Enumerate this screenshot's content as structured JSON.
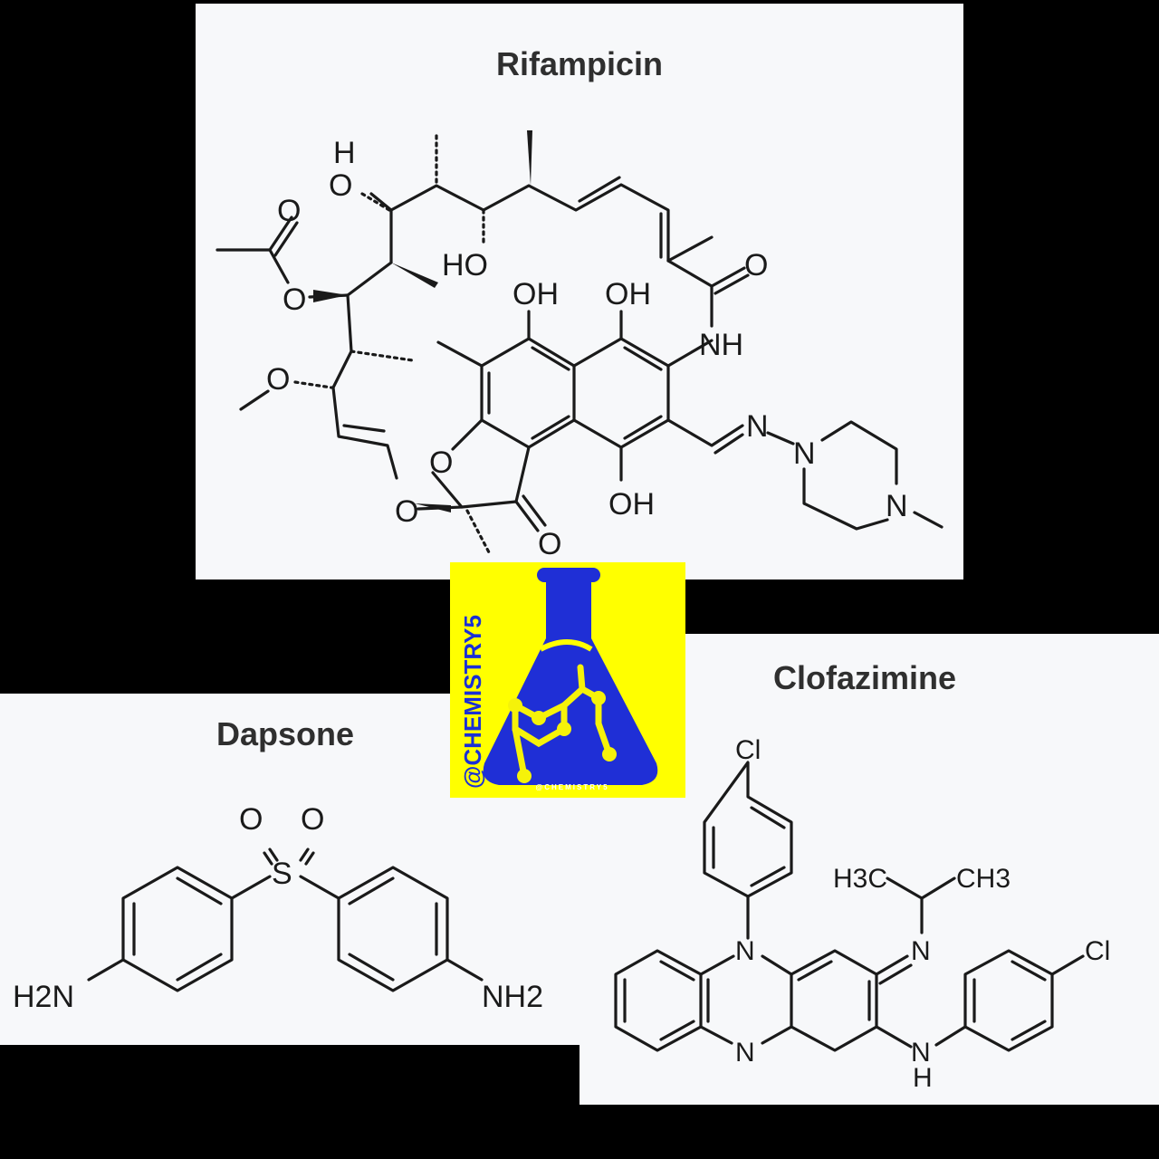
{
  "molecules": {
    "rifampicin": {
      "title": "Rifampicin",
      "labels": {
        "ho_top": "H",
        "o_top": "O",
        "ho_mid": "HO",
        "o_acetyl": "O",
        "o_ester": "O",
        "o_methoxy": "O",
        "oh1": "OH",
        "oh2": "OH",
        "oh3": "OH",
        "nh": "NH",
        "o_amide": "O",
        "n_imine": "N",
        "n_pip1": "N",
        "n_pip2": "N",
        "o_furan": "O",
        "o_ring": "O",
        "o_ketone": "O"
      }
    },
    "dapsone": {
      "title": "Dapsone",
      "labels": {
        "s": "S",
        "o1": "O",
        "o2": "O",
        "h2n": "H2N",
        "nh2": "NH2"
      }
    },
    "clofazimine": {
      "title": "Clofazimine",
      "labels": {
        "cl_top": "Cl",
        "cl_right": "Cl",
        "n_ring_top": "N",
        "n_ring_bottom": "N",
        "n_imine": "N",
        "nh_n": "N",
        "nh_h": "H",
        "h3c": "H3C",
        "ch3": "CH3"
      }
    }
  },
  "logo": {
    "handle": "@CHEMISTRY5",
    "small_text": "@CHEMISTRY5",
    "colors": {
      "background": "#ffff00",
      "flask": "#1f2fd6",
      "molecule": "#f5f20a"
    }
  }
}
